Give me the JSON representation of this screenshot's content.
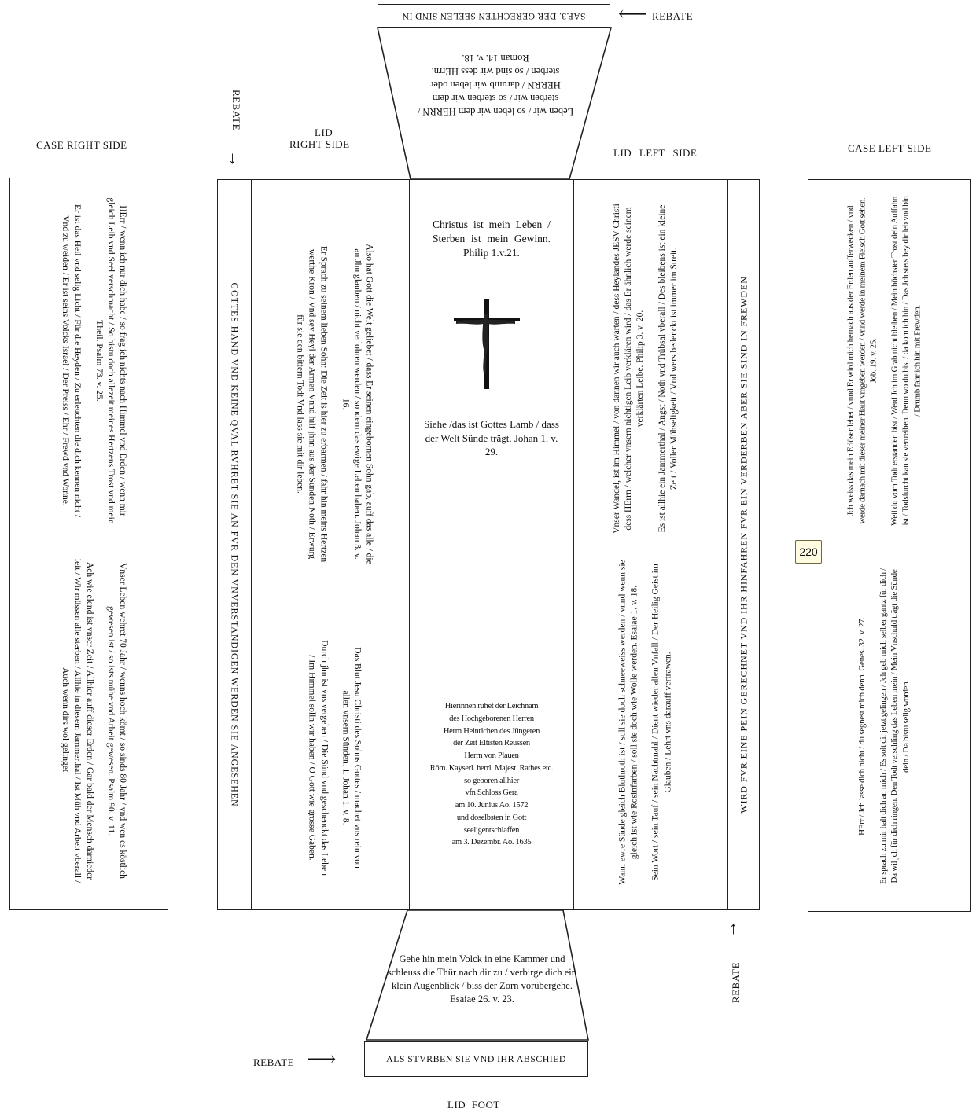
{
  "labels": {
    "case_right_side": "CASE RIGHT SIDE",
    "lid_right_side_1": "LID",
    "lid_right_side_2": "RIGHT SIDE",
    "lid_left_side": "LID LEFT SIDE",
    "case_left_side": "CASE LEFT SIDE",
    "lid_foot": "LID FOOT",
    "rebate_top": "REBATE",
    "rebate_left": "REBATE",
    "rebate_right": "REBATE",
    "rebate_bottom": "REBATE"
  },
  "badge": "220",
  "top_rebate_inscription": "SAP.3. DER GERECHTEN SEELEN SIND IN",
  "top_trapezoid_text": "Leben wir / so leben wir dem HERRN / sterben wir / so sterben wir dem HERRN / darumb wir leben oder sterben / so sind wir dess HErrn. Roman 14. v. 18.",
  "bottom_trapezoid_text": "Gehe hin mein Volck in eine Kammer und schleuss die Thür nach dir zu / verbirge dich ein klein Augenblick / biss der Zorn vorübergehe. Esaiae 26. v. 23.",
  "bottom_rebate_inscription": "ALS STVRBEN SIE VND IHR ABSCHIED",
  "lid_right_border_inscription": "GOTTES HAND VND KEINE QVAL RVHRET SIE AN FVR DEN VNVERSTANDIGEN WERDEN SIE ANGESEHEN",
  "lid_left_border_inscription": "WIRD FVR EINE PEIN GERECHNET VND IHR HINFAHREN FVR EIN VERDERBEN ABER SIE SIND IN FREWDEN",
  "case_right": {
    "top": [
      "HErr / wenn ich nur dich habe / so frag ich nichts nach Himmel vnd Erden / wenn mir gleich Leib vnd Seel verschmacht / So bistu doch allezeit meines Hertzens Trost vnd mein Theil. Psalm 73. v. 25.",
      "Er ist das Heil vnd selig Licht / Für die Heyden / Zu erleuchten die dich kennen nicht / Vnd zu weiden / Er ist seins Volcks Israel / Der Preiss / Ehr / Frewd vnd Wonne."
    ],
    "bottom": [
      "Vnser Leben wehret 70 Jahr / wenns hoch kömt / so sinds 80 Jahr / vnd wen es köstlich gewesen ist / so ists mühe vnd Arbeit gewesen. Psalm 90. v. 11.",
      "Ach wie elend ist vnser Zeit / Allhier auff dieser Erden / Gar bald der Mensch darnieder leit / Wir müssen alle sterben / Allhie in diesem Jammerthal / Ist Müh vnd Arbeit vberall / Auch wenn dirs wol gelinget."
    ]
  },
  "lid_right": {
    "top": [
      "Also hat Gott die Welt geliebet / dass Er seinen eingebornen Sohn gab, auff das alle / die an Jhn glauben / nicht verlohren werden / sondern das ewige Leben haben. Johan 3. v. 16.",
      "Er Sprach zu seinem lieben Sohn: Die Zeit is hier zu erbarmen / fahr hin meins Hertzen werthe Kron / Vnd sey Heyl der Armen Vnnd hilf jhnn aus der Sünden Noth / Erwürg für sie den bittern Todt Vnd lass sie mit dir leben."
    ],
    "bottom": [
      "Das Blut Jesu Christi des Sohns Gottes / machet vns rein von allen vnsern Sünden. 1. Johan 1. v. 8.",
      "Durch jhn ist vns vergeben / Die Sünd vnd geschenckt das Leben / Im Himmel solln wir haben / O Gott wie grosse Gaben."
    ]
  },
  "lid_centre": {
    "top": "Christus ist mein Leben / Sterben ist mein Gewinn. Philip 1.v.21.",
    "middle": "Siehe /das ist Gottes Lamb / dass der Welt Sünde trägt. Johan 1. v. 29.",
    "epitaph": [
      "Hierinnen ruhet der Leichnam",
      "des Hochgeborenen Herren",
      "Herrn Heinrichen des Jüngeren",
      "der Zeit Eltisten Reussen",
      "Herrn von Plauen",
      "Röm. Kayserl. herrl. Majest. Rathes etc.",
      "so geboren allhier",
      "vfn Schloss Gera",
      "am 10. Junius Ao. 1572",
      "und doselbsten in Gott",
      "seeligentschlaffen",
      "am 3. Dezembr. Ao. 1635"
    ]
  },
  "lid_left": {
    "top": [
      "Vnser Wandel, ist im Himmel / von dannen wir auch warten / dess Heylandes JESV Christi dess HErrn / welcher vnsern nichtigen Leib verklären wird / das Er ähnlich werde seinem verklärten Leibe. Philip 3. v. 20.",
      "Es ist allhie ein Jammerthal / Angst / Noth vnd Trübsal vberall / Des bleibens ist ein kleine Zeit / Voller Mühseligkeit / Vnd wers bedenckt ist immer im Streit."
    ],
    "bottom": [
      "Wann ewre Sünde gleich Bluthroth ist / soll sie doch schneeweiss werden / vnnd wenn sie gleich ist wie Rosinfarben / soll sie doch wie Wolle werden. Esaiae 1. v. 18.",
      "Sein Wort / sein Tauf / sein Nachtmahl / Dient wieder allen Vnfall / Der Heilig Geist im Glauben / Lehrt vns darauff vertrawen."
    ]
  },
  "case_left": {
    "top": [
      "Jch weiss das mein Erlöser lebet / vnnd Er wird mich hernach aus der Erden aufferwecken / vnd werde darnach mit dieser meiner Haut vmgeben werden / vnnd werde in meinem Fleisch Gott sehen. Job. 19. v. 25.",
      "Weil du vom Todt erstanden bist / Werd Jch im Grab nicht bleiben / Mein höchster Trost dein Auffahrt ist / Todsfurcht kan sie vertreiben. Denn wo du bist / da kom ich hin / Das Jch stets bey dir leb vnd bin / Drumb fahr ich hin mit Frewden."
    ],
    "bottom": [
      "HErr / Jch lasse dich nicht / du segnest mich denn. Genes. 32. v. 27.",
      "Er sprach zu mir halt dich an mich / Es solt dir jetzt gelingen / Jch geb mich selber gantz für dich / Da wil jch für dich ringen. Den Todt verschling das Leben mein / Mein Vnschuld trägt die Sünde dein / Da bistu selig worden."
    ]
  }
}
